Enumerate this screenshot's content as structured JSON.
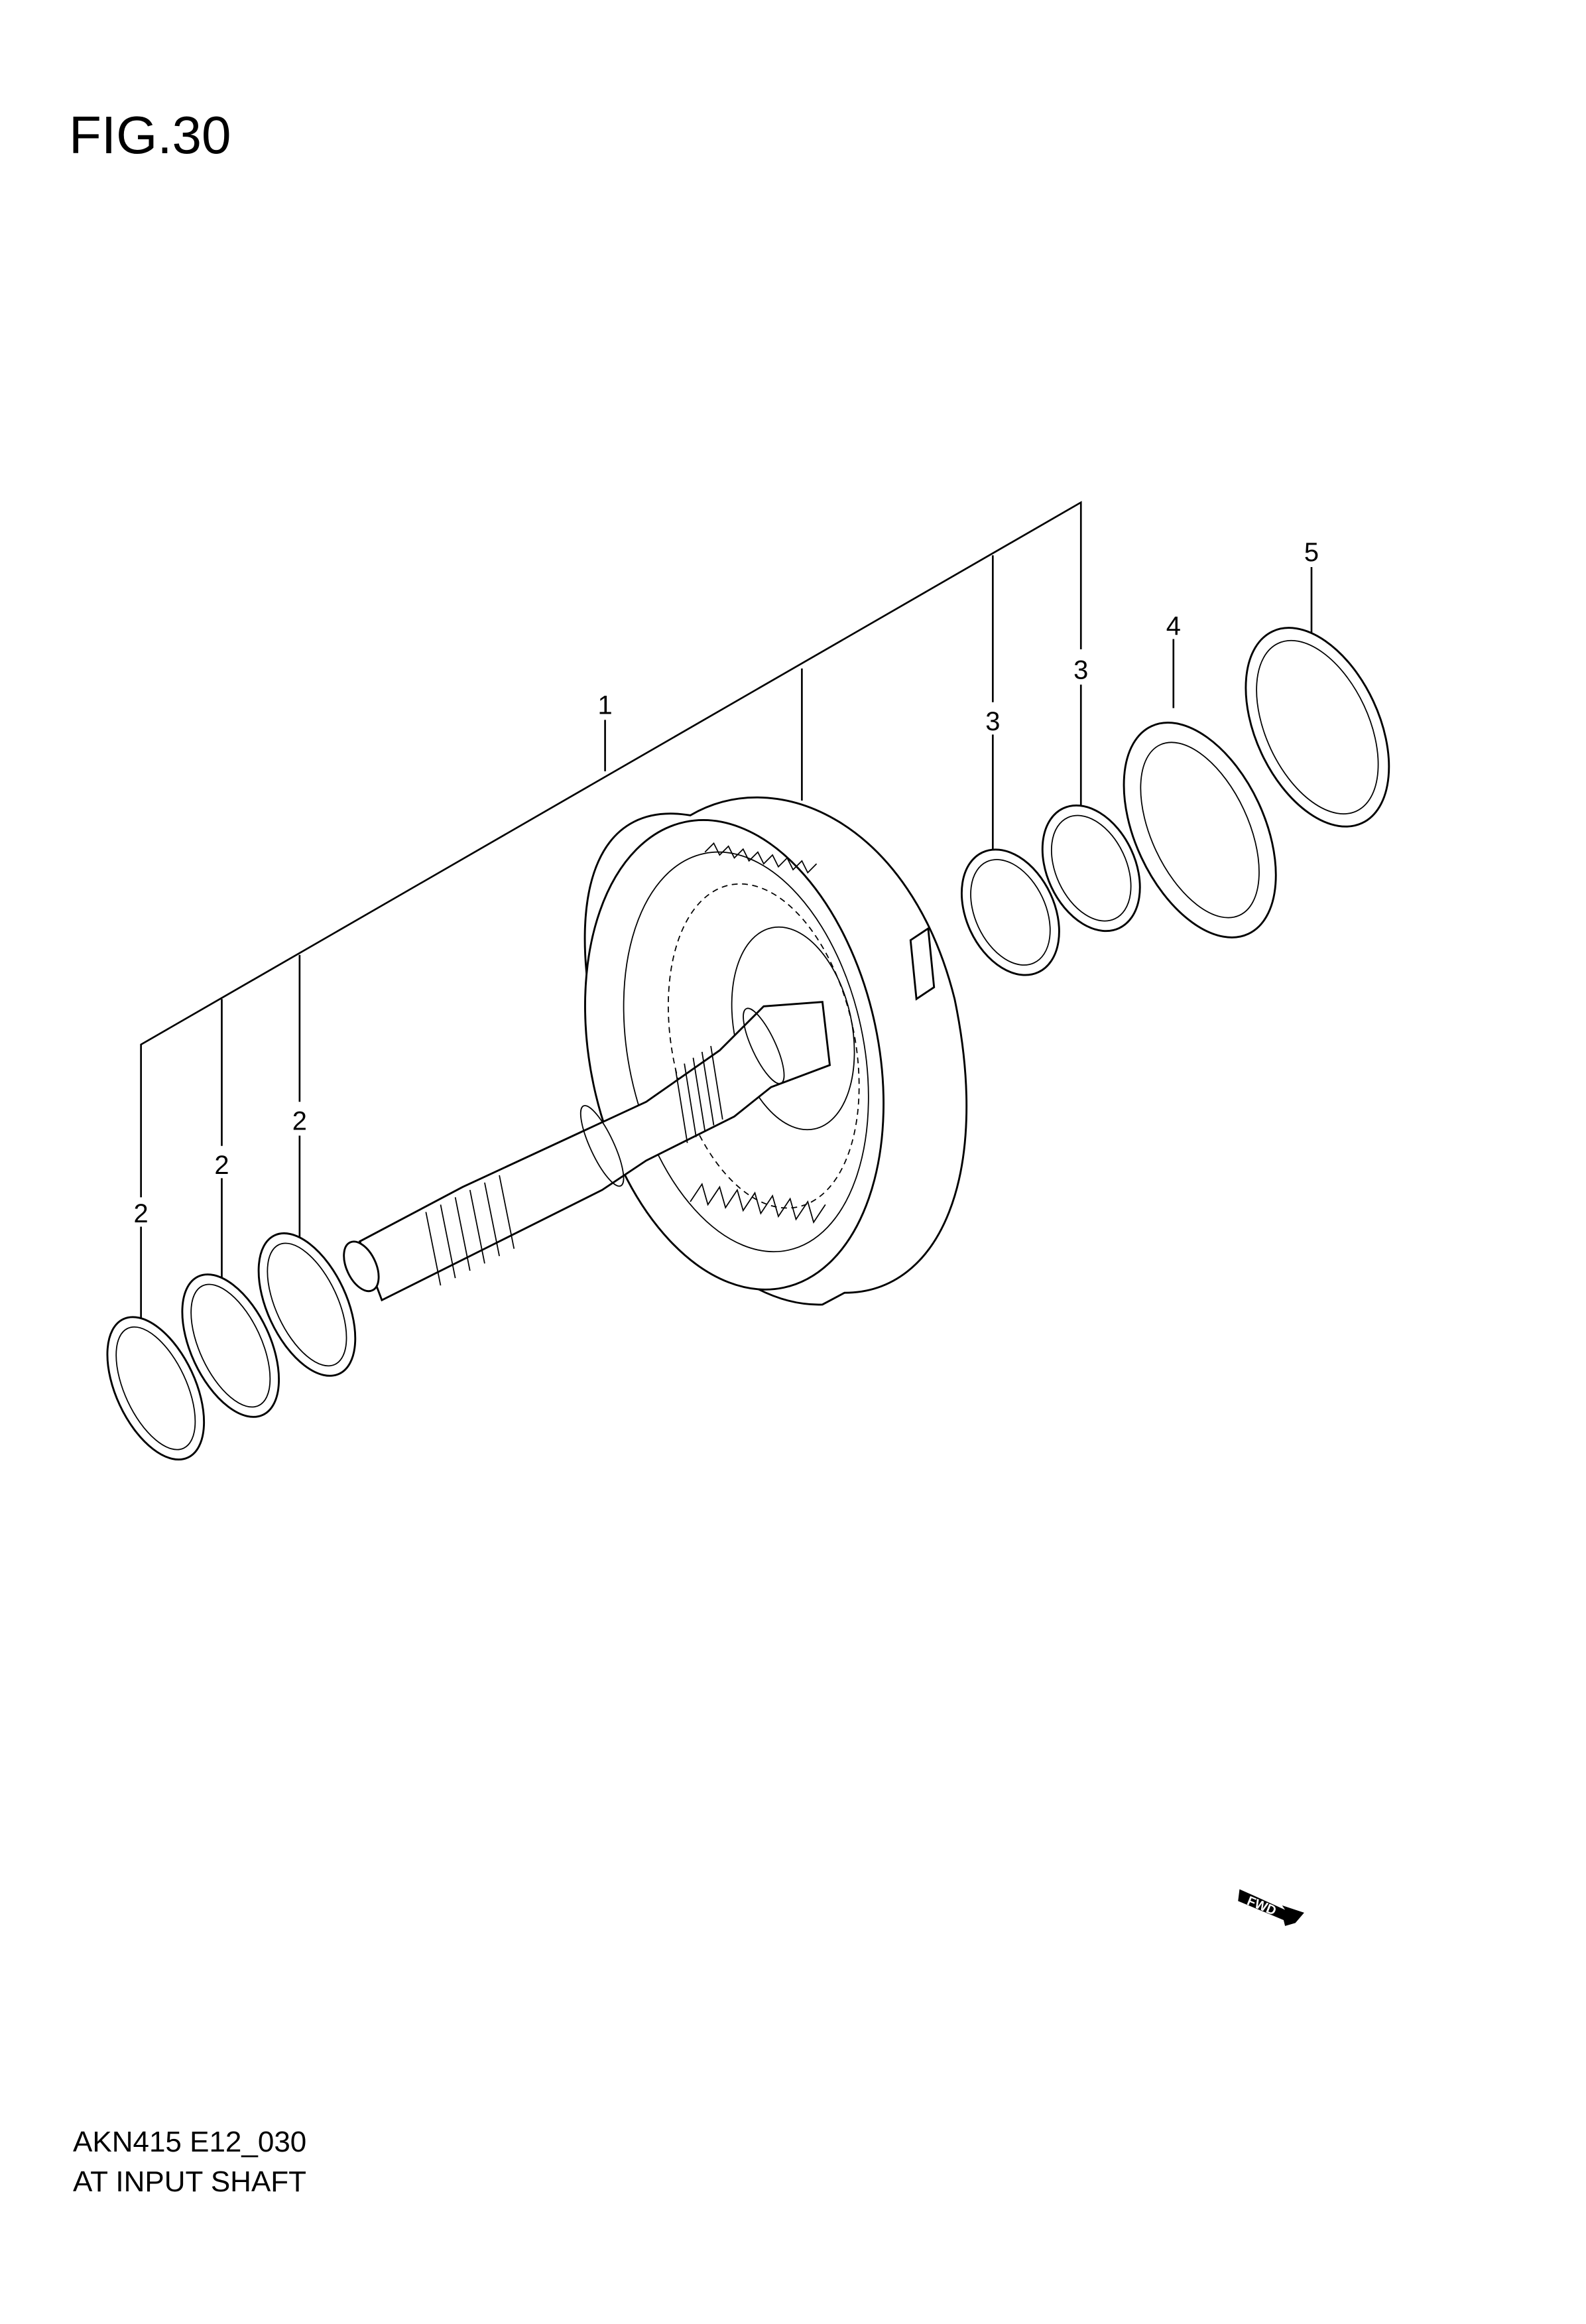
{
  "figure": {
    "label": "FIG.30"
  },
  "footer": {
    "code": "AKN415 E12_030",
    "title": "AT INPUT SHAFT"
  },
  "callouts": {
    "part1": "1",
    "part2a": "2",
    "part2b": "2",
    "part2c": "2",
    "part3a": "3",
    "part3b": "3",
    "part4": "4",
    "part5": "5"
  },
  "direction_indicator": {
    "text": "FWD",
    "icon": "fwd-arrow-icon"
  }
}
